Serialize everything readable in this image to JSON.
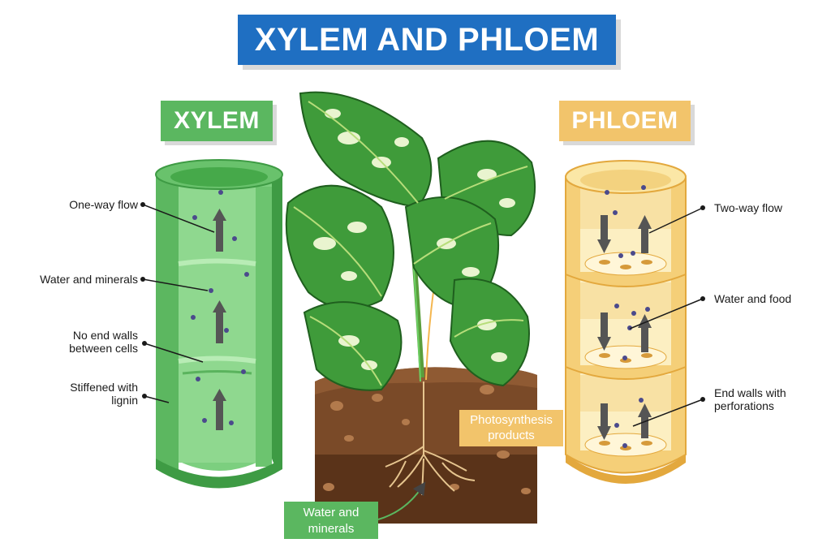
{
  "title": "XYLEM AND PHLOEM",
  "xylem": {
    "badge": "XYLEM",
    "labels": {
      "one_way_flow": "One-way flow",
      "water_minerals": "Water and minerals",
      "no_end_walls_1": "No end walls",
      "no_end_walls_2": "between cells",
      "stiffened_1": "Stiffened with",
      "stiffened_2": "lignin"
    }
  },
  "phloem": {
    "badge": "PHLOEM",
    "labels": {
      "two_way_flow": "Two-way flow",
      "water_food": "Water and food",
      "end_walls_1": "End walls with",
      "end_walls_2": "perforations"
    }
  },
  "plant": {
    "photosynthesis_1": "Photosynthesis",
    "photosynthesis_2": "products",
    "water_minerals_1": "Water and",
    "water_minerals_2": "minerals"
  },
  "colors": {
    "title_bg": "#1f6fc2",
    "xylem_green": "#5bb760",
    "phloem_yellow": "#f2c46b",
    "soil_brown": "#6b3f22"
  },
  "icons": [
    "arrow-up-icon",
    "arrow-down-icon",
    "leaf-icon",
    "root-icon"
  ]
}
